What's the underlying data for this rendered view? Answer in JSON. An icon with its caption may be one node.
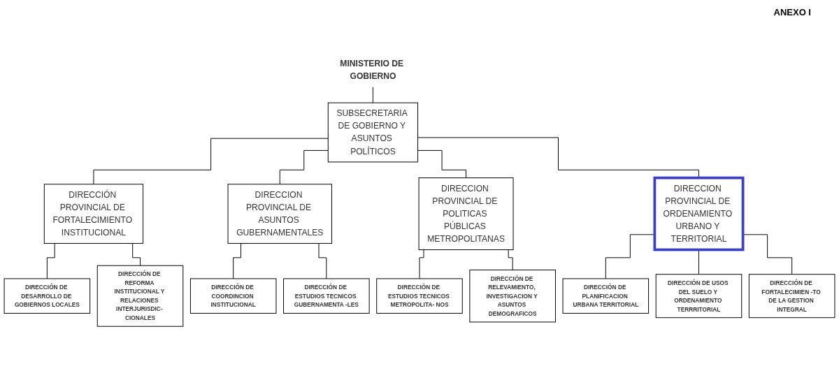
{
  "diagram": {
    "nodes": [
      {
        "text": [
          "MINISTERIO DE GOBIERNO"
        ]
      },
      {
        "text": [
          "SUBSECRETARIA DE GOBIERNO Y ASUNTOS POLÍTICOS"
        ]
      },
      {
        "text": [
          "DIRECCIÓN PROVINCIAL DE FORTALECIMIENTO INSTITUCIONAL"
        ]
      },
      {
        "text": [
          "DIRECCION PROVINCIAL DE ASUNTOS GUBERNAMENTALES"
        ]
      },
      {
        "text": [
          "DIRECCION PROVINCIAL DE POLITICAS PÚBLICAS METROPOLITANAS"
        ]
      },
      {
        "text": [
          "DIRECCION PROVINCIAL DE ORDENAMIENTO URBANO Y TERRITORIAL"
        ]
      },
      {
        "text": [
          "DIRECCIÓN DE DESARROLLO DE GOBIERNOS LOCALES"
        ]
      },
      {
        "text": [
          "DIRECCIÓN DE REFORMA INSTITUCIONAL Y RELACIONES INTERJURISDIC- CIONALES"
        ]
      },
      {
        "text": [
          "DIRECCIÓN DE COORDINCION INSTITUCIONAL"
        ]
      },
      {
        "text": [
          "DIRECCIÓN DE ESTUDIOS TECNICOS GUBERNAMENTA -LES"
        ]
      },
      {
        "text": [
          "DIRECCIÓN DE ESTUDIOS TECNICOS METROPOLITA- NOS"
        ]
      },
      {
        "text": [
          "DIRECCIÓN DE RELEVAMIENTO, INVESTIGACION Y ASUNTOS DEMOGRAFICOS"
        ]
      },
      {
        "text": [
          "DIRECCIÓN DE PLANIFICACION URBANA TERRITORIAL"
        ]
      },
      {
        "text": [
          "DIRECCIÓN DE USOS DEL SUELO Y ORDENAMIENTO TERRRITORIAL"
        ]
      },
      {
        "text": [
          "DIRECCIÓN DE FORTALECIMIEN -TO DE LA GESTION INTEGRAL"
        ]
      }
    ],
    "edges": [
      {
        "from": 0,
        "to": 1,
        "arrow": "none"
      },
      {
        "from": 1,
        "to": 2,
        "arrow": "none"
      },
      {
        "from": 1,
        "to": 3,
        "arrow": "none"
      },
      {
        "from": 1,
        "to": 4,
        "arrow": "none"
      },
      {
        "from": 1,
        "to": 5,
        "arrow": "none"
      },
      {
        "from": 2,
        "to": 6,
        "arrow": "none"
      },
      {
        "from": 2,
        "to": 7,
        "arrow": "none"
      },
      {
        "from": 3,
        "to": 8,
        "arrow": "none"
      },
      {
        "from": 3,
        "to": 9,
        "arrow": "none"
      },
      {
        "from": 4,
        "to": 10,
        "arrow": "none"
      },
      {
        "from": 4,
        "to": 11,
        "arrow": "none"
      },
      {
        "from": 5,
        "to": 12,
        "arrow": "none"
      },
      {
        "from": 5,
        "to": 13,
        "arrow": "none"
      },
      {
        "from": 5,
        "to": 14,
        "arrow": "none"
      }
    ],
    "labels": [
      "ANEXO I"
    ]
  }
}
